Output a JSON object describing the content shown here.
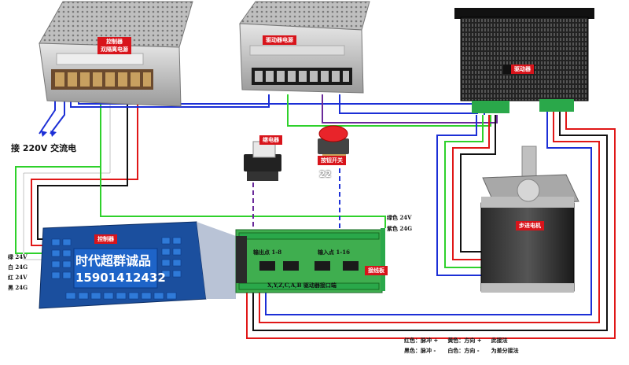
{
  "labels": {
    "ctrl_psu_title": "控制器",
    "ctrl_psu_sub": "双隔离电源",
    "driver_psu": "驱动器电源",
    "driver": "驱动器",
    "relay": "继电器",
    "button_switch": "按钮开关",
    "stepper_motor": "步进电机",
    "controller": "控制器",
    "adapter_board": "接线板",
    "ac_input": "接 220V 交流电",
    "output_points": "输出点 1-8",
    "input_points": "输入点 1-16",
    "driver_port": "X,Y,Z,C,A,B 驱动器接口端",
    "mark_22": "22",
    "overlay_line1": "时代超群诚品",
    "overlay_line2": "15901412432"
  },
  "power_legend_right": [
    "绿色 24V",
    "紫色 24G"
  ],
  "power_legend_left": [
    "绿 24V",
    "白 24G",
    "红 24V",
    "黑 24G"
  ],
  "wire_legend": {
    "col1": [
      "红色：脉冲 +",
      "黑色：脉冲 -"
    ],
    "col2": [
      "黄色：方向 +",
      "白色：方向 -"
    ],
    "col3": [
      "此接法",
      "为差分接法"
    ]
  },
  "colors": {
    "label_red": "#d8141b",
    "wire_blue": "#1c2fd6",
    "wire_green": "#2ed12b",
    "wire_red": "#e01717",
    "wire_black": "#111111",
    "wire_purple": "#6a2a9a",
    "wire_yellow": "#e8d21b",
    "controller_blue": "#1e64c8"
  }
}
